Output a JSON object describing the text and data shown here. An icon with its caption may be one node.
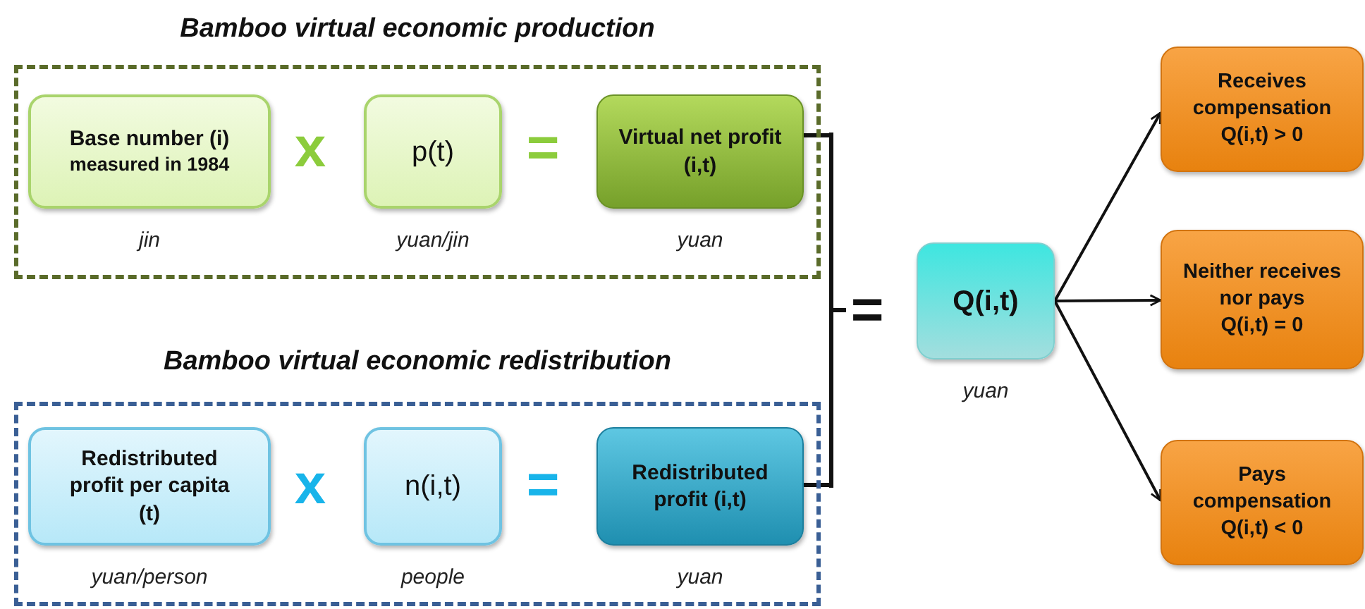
{
  "diagram": {
    "nodes": [
      {
        "text": [
          "Bamboo virtual economic production"
        ]
      },
      {
        "text": [
          "Base number (i)",
          "measured in 1984"
        ],
        "in": 0,
        "beside": [
          "jin"
        ]
      },
      {
        "text": [
          "p(t)"
        ],
        "in": 0,
        "beside": [
          "yuan/jin"
        ]
      },
      {
        "text": [
          "Virtual net profit (i,t)"
        ],
        "in": 0,
        "beside": [
          "yuan"
        ]
      },
      {
        "text": [
          "Bamboo virtual economic redistribution"
        ]
      },
      {
        "text": [
          "Redistributed profit per capita (t)"
        ],
        "in": 4,
        "beside": [
          "yuan/person"
        ]
      },
      {
        "text": [
          "n(i,t)"
        ],
        "in": 4,
        "beside": [
          "people"
        ]
      },
      {
        "text": [
          "Redistributed profit (i,t)"
        ],
        "in": 4,
        "beside": [
          "yuan"
        ]
      },
      {
        "text": [
          "Q(i,t)"
        ],
        "beside": [
          "yuan"
        ]
      },
      {
        "text": [
          "Receives compensation",
          "Q(i,t) > 0"
        ]
      },
      {
        "text": [
          "Neither receives nor pays",
          "Q(i,t) = 0"
        ]
      },
      {
        "text": [
          "Pays compensation",
          "Q(i,t) < 0"
        ]
      },
      {
        "text": [],
        "shape": "bracket"
      }
    ],
    "edges": [
      {
        "from": 3,
        "to": 12,
        "arrow": "none"
      },
      {
        "from": 7,
        "to": 12,
        "arrow": "none"
      },
      {
        "from": 8,
        "to": 9,
        "arrow": "to"
      },
      {
        "from": 8,
        "to": 10,
        "arrow": "to"
      },
      {
        "from": 8,
        "to": 11,
        "arrow": "to"
      }
    ],
    "labels": [
      "x",
      "=",
      "x",
      "=",
      "="
    ]
  }
}
